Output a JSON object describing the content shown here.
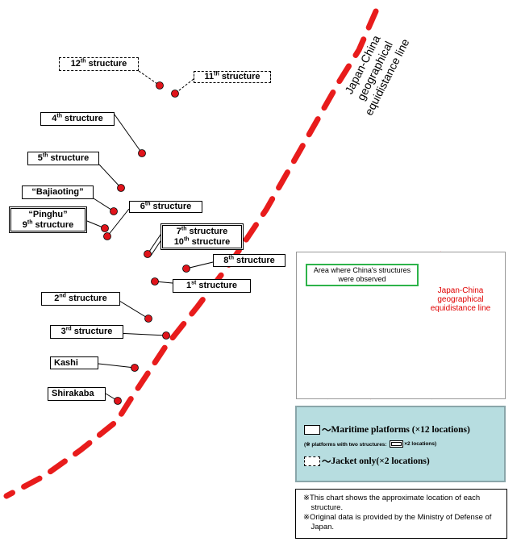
{
  "equidistance_line": {
    "label_lines": [
      "Japan-China",
      "geographical",
      "equidistance line"
    ],
    "color": "#e81c1c"
  },
  "structures": [
    {
      "id": "12",
      "name": "12th structure",
      "num": "12",
      "suffix": "th",
      "word": "structure",
      "type": "jacket"
    },
    {
      "id": "11",
      "name": "11th structure",
      "num": "11",
      "suffix": "th",
      "word": "structure",
      "type": "jacket"
    },
    {
      "id": "4",
      "name": "4th structure",
      "num": "4",
      "suffix": "th",
      "word": "structure",
      "type": "platform"
    },
    {
      "id": "5",
      "name": "5th structure",
      "num": "5",
      "suffix": "th",
      "word": "structure",
      "type": "platform"
    },
    {
      "id": "bajiaoting",
      "name": "“Bajiaoting”",
      "type": "platform"
    },
    {
      "id": "6",
      "name": "6th structure",
      "num": "6",
      "suffix": "th",
      "word": "structure",
      "type": "platform"
    },
    {
      "id": "pinghu",
      "name": "“Pinghu” 9th structure",
      "line1": "“Pinghu”",
      "num": "9",
      "suffix": "th",
      "word": "structure",
      "type": "double"
    },
    {
      "id": "7-10",
      "name": "7th structure 10th structure",
      "num": "7",
      "suffix": "th",
      "word": "structure",
      "num2": "10",
      "suffix2": "th",
      "word2": "structure",
      "type": "double"
    },
    {
      "id": "8",
      "name": "8th structure",
      "num": "8",
      "suffix": "th",
      "word": "structure",
      "type": "platform"
    },
    {
      "id": "1",
      "name": "1st structure",
      "num": "1",
      "suffix": "st",
      "word": "structure",
      "type": "platform"
    },
    {
      "id": "2",
      "name": "2nd structure",
      "num": "2",
      "suffix": "nd",
      "word": "structure",
      "type": "platform"
    },
    {
      "id": "3",
      "name": "3rd structure",
      "num": "3",
      "suffix": "rd",
      "word": "structure",
      "type": "platform"
    },
    {
      "id": "kashi",
      "name": "Kashi",
      "type": "platform"
    },
    {
      "id": "shirakaba",
      "name": "Shirakaba",
      "type": "platform"
    }
  ],
  "marker_color": "#e0141b",
  "inset": {
    "observed_label": "Area where China's structures were observed",
    "line_label": "Japan-China geographical equidistance line",
    "arrow_color": "#2db34a"
  },
  "legend": {
    "platforms_prefix": "〜",
    "platforms": "Maritime platforms",
    "platforms_count": "(×12 locations)",
    "two_structures_note": "(※ platforms with two structures:",
    "two_structures_count": "×2 locations)",
    "jacket_prefix": "〜",
    "jacket": "Jacket only",
    "jacket_count": "(×2 locations)"
  },
  "notes": [
    "※This chart shows the approximate location of each structure.",
    "※Original data is provided by the Ministry of Defense of Japan."
  ]
}
